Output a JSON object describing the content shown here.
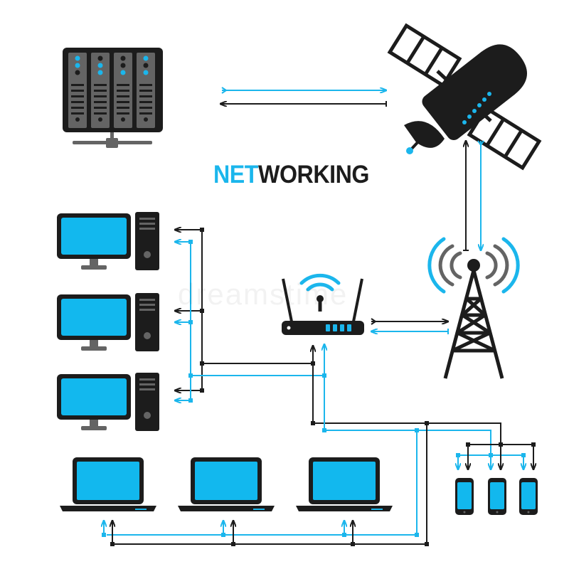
{
  "title": {
    "part1": "NET",
    "part2": "WORKING",
    "color1": "#1bb6ec",
    "color2": "#1c1c1c"
  },
  "watermark": "dreamstime",
  "colors": {
    "blue": "#1bb6ec",
    "dark": "#1c1c1c",
    "gray": "#646464",
    "screen": "#12b8ee"
  },
  "icons": {
    "server": "server-rack-icon",
    "satellite": "satellite-icon",
    "tower": "cell-tower-icon",
    "router": "wifi-router-icon",
    "desktop": "desktop-computer-icon",
    "laptop": "laptop-icon",
    "phone": "smartphone-icon"
  }
}
